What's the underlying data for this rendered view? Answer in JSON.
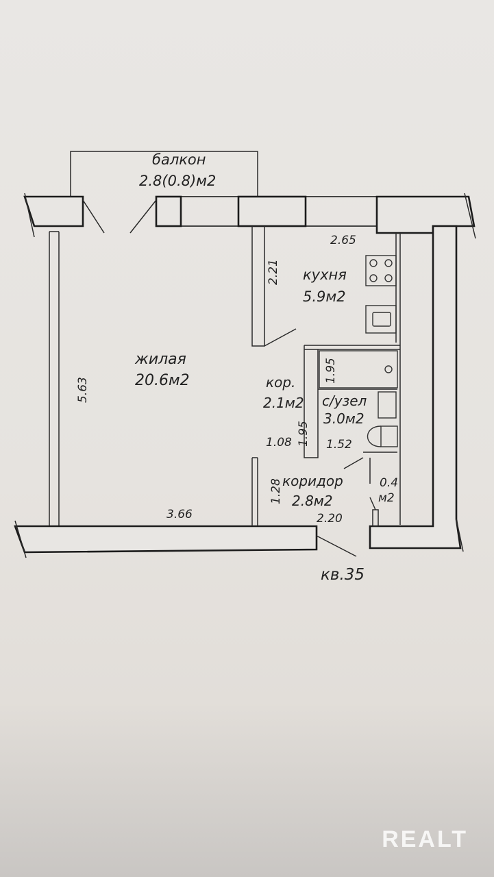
{
  "rooms": {
    "balcony": {
      "name": "балкон",
      "area": "2.8(0.8)м2"
    },
    "living": {
      "name": "жилая",
      "area": "20.6м2"
    },
    "kitchen": {
      "name": "кухня",
      "area": "5.9м2"
    },
    "corr_small": {
      "name": "кор.",
      "area": "2.1м2"
    },
    "bathroom": {
      "name": "с/узел",
      "area": "3.0м2"
    },
    "corridor": {
      "name": "коридор",
      "area": "2.8м2"
    },
    "closet": {
      "area_top": "0.4",
      "area_bottom": "м2"
    }
  },
  "dimensions": {
    "living_height": "5.63",
    "living_width": "3.66",
    "kitchen_width": "2.65",
    "kitchen_wall": "2.21",
    "bath_top": "1.95",
    "corr_vertical": "1.95",
    "bath_bottom": "1.52",
    "door_width": "1.08",
    "corridor_side": "1.28",
    "corridor_width": "2.20"
  },
  "apartment_label": "кв.35",
  "watermark": "REALT"
}
